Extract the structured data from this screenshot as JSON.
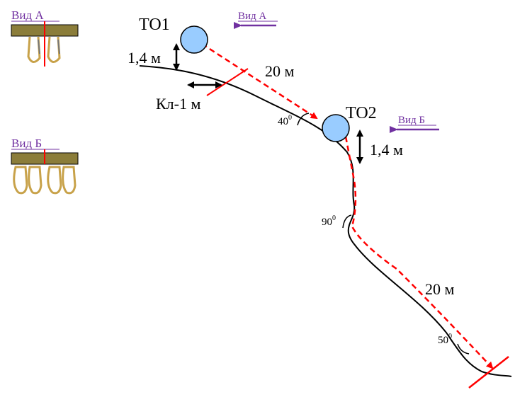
{
  "view_a": {
    "label": "Вид А"
  },
  "view_b": {
    "label": "Вид Б"
  },
  "to1": {
    "label": "ТО1"
  },
  "to2": {
    "label": "ТО2"
  },
  "arrow_view_a": {
    "label": "Вид А"
  },
  "arrow_view_b": {
    "label": "Вид Б"
  },
  "dist1": {
    "label": "20 м"
  },
  "dist2": {
    "label": "20 м"
  },
  "height1": {
    "label": "1,4 м"
  },
  "height2": {
    "label": "1,4 м"
  },
  "kl": {
    "label": "Кл-1 м"
  },
  "angles": {
    "a40": "40",
    "a90": "90",
    "a50": "50",
    "deg": "0"
  },
  "colors": {
    "view": "#7030a0",
    "rope": "#ff0000",
    "node": "#99ccff",
    "bar": "#8b7d3a"
  }
}
